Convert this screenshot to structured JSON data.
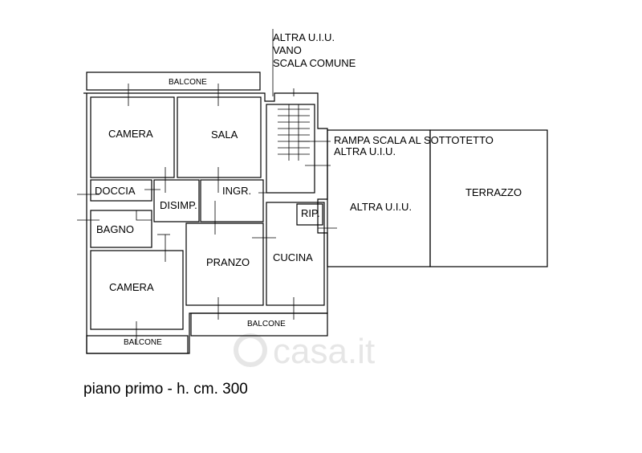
{
  "labels": {
    "altra_uiu_top": "ALTRA U.I.U.",
    "vano": "VANO",
    "scala_comune": "SCALA COMUNE",
    "balcone_top": "BALCONE",
    "camera_top": "CAMERA",
    "sala": "SALA",
    "rampa": "RAMPA SCALA AL SOTTOTETTO",
    "altra_uiu_rampa": "ALTRA U.I.U.",
    "doccia": "DOCCIA",
    "disimp": "DISIMP.",
    "ingr": "INGR.",
    "rip": "RIP.",
    "altra_uiu_mid": "ALTRA U.I.U.",
    "terrazzo": "TERRAZZO",
    "bagno": "BAGNO",
    "pranzo": "PRANZO",
    "cucina": "CUCINA",
    "camera_bottom": "CAMERA",
    "balcone_mid": "BALCONE",
    "balcone_bottom": "BALCONE"
  },
  "caption": "piano primo - h. cm. 300",
  "watermark": "casa.it"
}
